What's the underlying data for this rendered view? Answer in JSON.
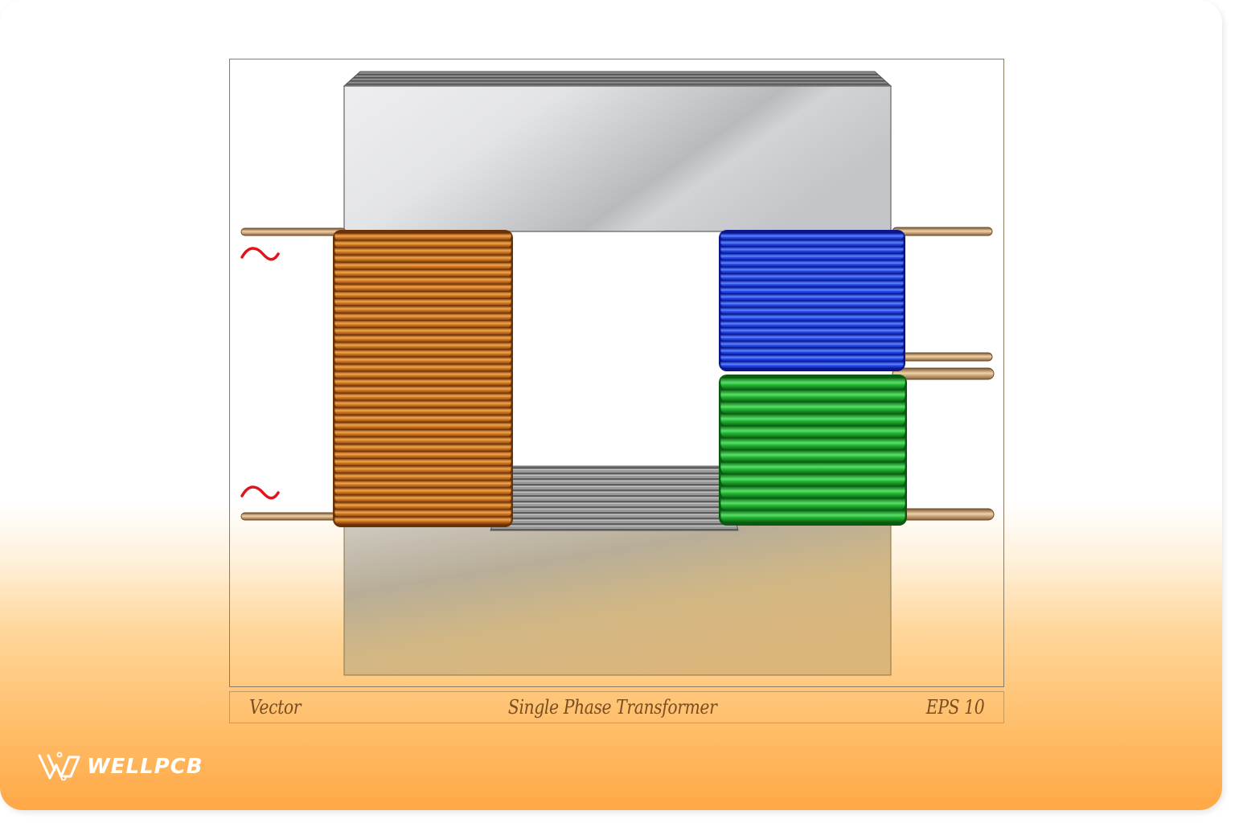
{
  "diagram": {
    "title": "Single Phase Transformer",
    "caption_left": "Vector",
    "caption_center": "Single Phase Transformer",
    "caption_right": "EPS 10",
    "components": {
      "core": {
        "label": "laminated-iron-core",
        "color_top": "#e4e5e8",
        "color_lamination": "#707070"
      },
      "primary_winding": {
        "label": "primary-coil",
        "color": "#c96d1c",
        "turns": 40,
        "side": "left"
      },
      "secondary_winding_1": {
        "label": "secondary-coil-upper",
        "color": "#1f3fe0",
        "turns": 20,
        "side": "right"
      },
      "secondary_winding_2": {
        "label": "secondary-coil-lower",
        "color": "#1fa52e",
        "turns": 12,
        "side": "right"
      },
      "leads": {
        "color": "#c9a178",
        "count_left": 2,
        "count_right": 4
      },
      "ac_symbols": {
        "glyph": "~",
        "color": "#e0141e",
        "count": 2
      }
    }
  },
  "brand": {
    "name": "WELLPCB",
    "icon": "wellpcb-w-logo-icon",
    "color": "#ffffff"
  },
  "colors": {
    "card_top": "#ffffff",
    "card_bottom": "#ffa846",
    "caption_text": "#7a4e1e",
    "frame_border": "#8a7a66"
  }
}
